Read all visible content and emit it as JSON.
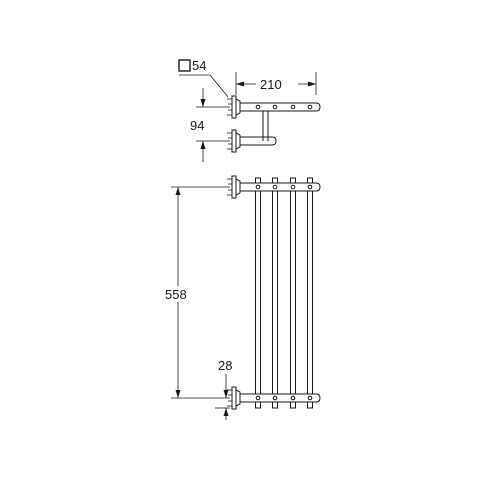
{
  "dimensions": {
    "flange_square": "54",
    "depth": "210",
    "bar_spacing": "94",
    "overall_length": "558",
    "flange_thickness": "28"
  },
  "colors": {
    "line": "#1a1a1a",
    "background": "#ffffff"
  }
}
